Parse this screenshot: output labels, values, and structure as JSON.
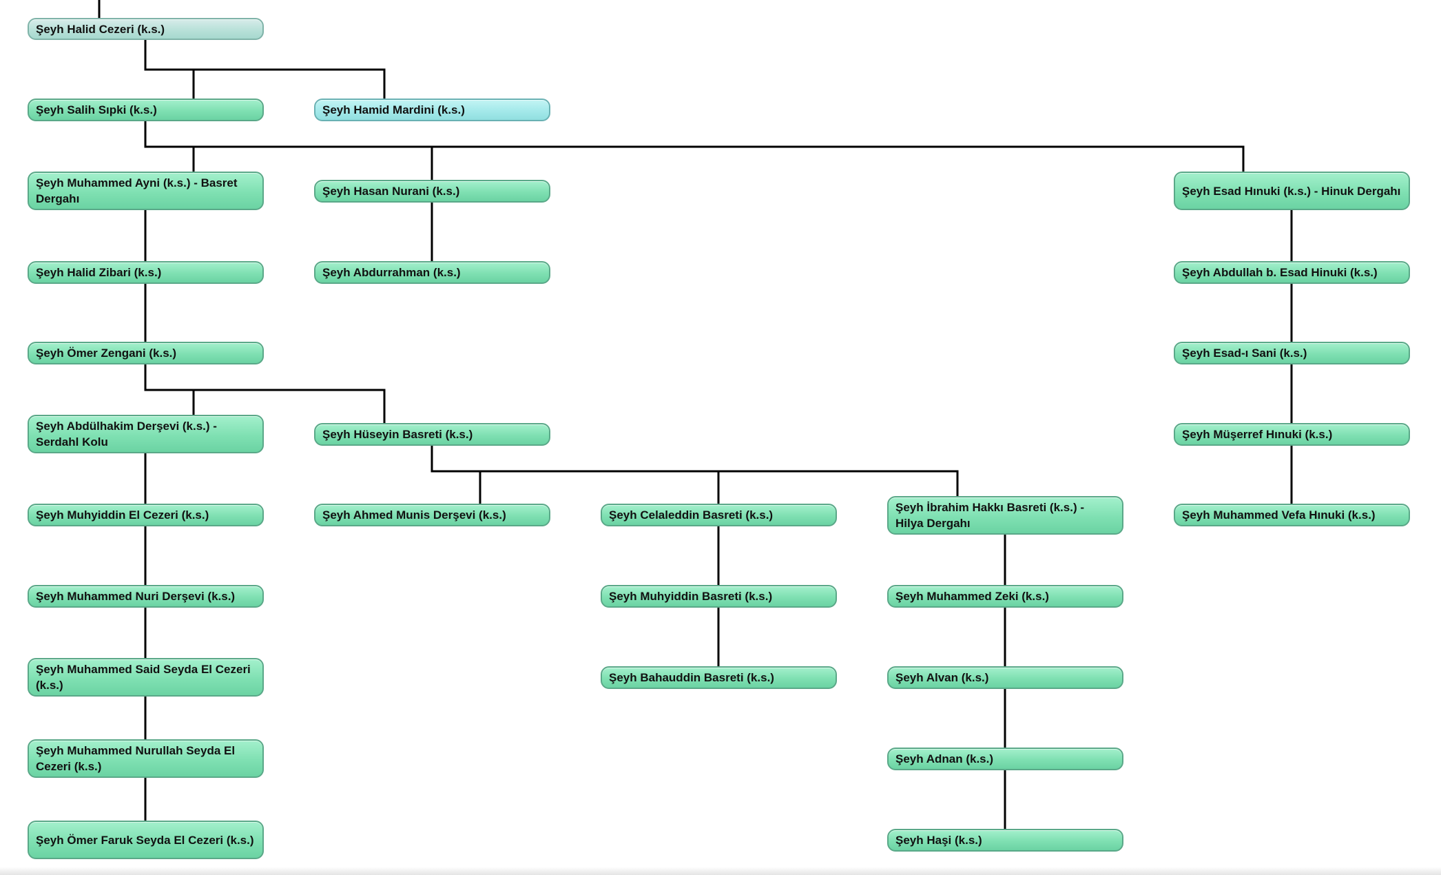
{
  "nodes": {
    "halid_cezeri": "Şeyh Halid Cezeri (k.s.)",
    "salih_sipki": "Şeyh Salih Sıpki (k.s.)",
    "hamid_mardini": "Şeyh Hamid Mardini (k.s.)",
    "muhammed_ayni": "Şeyh Muhammed Ayni (k.s.) - Basret Dergahı",
    "hasan_nurani": "Şeyh Hasan Nurani (k.s.)",
    "esad_hinuki": "Şeyh Esad Hınuki (k.s.) - Hinuk Dergahı",
    "halid_zibari": "Şeyh Halid Zibari (k.s.)",
    "abdurrahman": "Şeyh Abdurrahman (k.s.)",
    "abdullah_hinuki": "Şeyh Abdullah b. Esad Hinuki (k.s.)",
    "omer_zengani": "Şeyh Ömer Zengani (k.s.)",
    "esad_sani": "Şeyh Esad-ı Sani (k.s.)",
    "abdulhakim": "Şeyh Abdülhakim Derşevi (k.s.) - Serdahl Kolu",
    "huseyin_basreti": "Şeyh Hüseyin Basreti (k.s.)",
    "muserref_hinuki": "Şeyh Müşerref Hınuki (k.s.)",
    "muhyiddin_cezeri": "Şeyh Muhyiddin El Cezeri (k.s.)",
    "ahmed_munis": "Şeyh Ahmed Munis Derşevi (k.s.)",
    "celaleddin": "Şeyh Celaleddin Basreti (k.s.)",
    "ibrahim_hakki": "Şeyh İbrahim Hakkı Basreti (k.s.) - Hilya Dergahı",
    "muhammed_vefa": "Şeyh Muhammed Vefa Hınuki (k.s.)",
    "muhammed_nuri": "Şeyh Muhammed Nuri Derşevi (k.s.)",
    "muhyiddin_basreti": "Şeyh Muhyiddin Basreti (k.s.)",
    "muhammed_zeki": "Şeyh Muhammed Zeki (k.s.)",
    "muhammed_said": "Şeyh Muhammed Said  Seyda El Cezeri (k.s.)",
    "bahauddin": "Şeyh Bahauddin Basreti (k.s.)",
    "alvan": "Şeyh Alvan (k.s.)",
    "muhammed_nurullah": "Şeyh Muhammed Nurullah Seyda El Cezeri (k.s.)",
    "adnan": "Şeyh Adnan (k.s.)",
    "omer_faruk": "Şeyh Ömer Faruk Seyda El Cezeri (k.s.)",
    "hasi": "Şeyh Haşi (k.s.)"
  },
  "colors": {
    "node_green": "#7fe0b2",
    "node_grey": "#b9e1d9",
    "node_cyan": "#a4e9ea",
    "connector": "#000000"
  }
}
